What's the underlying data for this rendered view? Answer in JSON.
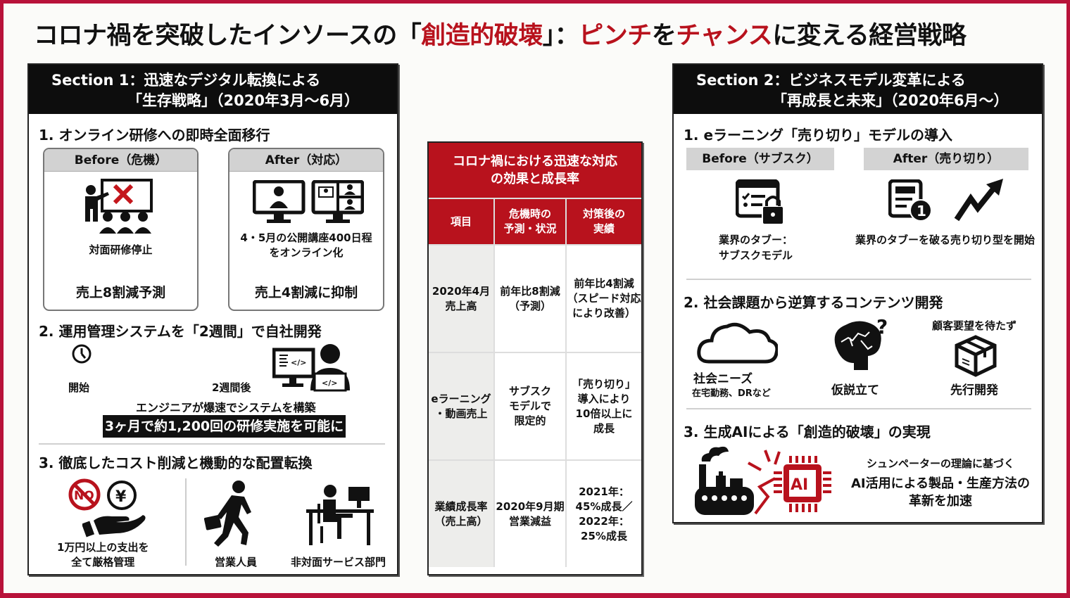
{
  "title": {
    "part1": "コロナ禍を突破したインソースの「",
    "part2": "創造的破壊",
    "part3": "」：",
    "part4": "ピンチ",
    "part5": "を",
    "part6": "チャンス",
    "part7": "に変える経営戦略"
  },
  "colors": {
    "accent_red": "#b8121d",
    "frame_red": "#b8123a",
    "header_black": "#0d0d0d"
  },
  "section1": {
    "header_line1": "Section 1：迅速なデジタル転換による",
    "header_line2": "「生存戦略」（2020年3月〜6月）",
    "item1": {
      "heading": "1. オンライン研修への即時全面移行",
      "before": {
        "label": "Before（危機）",
        "icon": "classroom-cancel-icon",
        "caption": "対面研修停止",
        "result": "売上8割減予測"
      },
      "after": {
        "label": "After（対応）",
        "icon": "online-monitors-icon",
        "caption_line1": "4・5月の公開講座400日程",
        "caption_line2": "をオンライン化",
        "result": "売上4割減に抑制"
      }
    },
    "item2": {
      "heading": "2. 運用管理システムを「2週間」で自社開発",
      "start_label": "開始",
      "end_label": "2週間後",
      "engineer_text": "エンジニアが爆速でシステムを構築",
      "highlight": "3ヶ月で約1,200回の研修実施を可能に"
    },
    "item3": {
      "heading": "3. 徹底したコスト削減と機動的な配置転換",
      "cost_line1": "1万円以上の支出を",
      "cost_line2": "全て厳格管理",
      "sales_label": "営業人員",
      "service_label": "非対面サービス部門",
      "no_text": "NO",
      "yen_text": "¥"
    }
  },
  "table": {
    "title_line1": "コロナ禍における迅速な対応",
    "title_line2": "の効果と成長率",
    "headers": [
      {
        "line1": "項目",
        "line2": ""
      },
      {
        "line1": "危機時の",
        "line2": "予測・状況"
      },
      {
        "line1": "対策後の",
        "line2": "実績"
      }
    ],
    "rows": [
      {
        "item": [
          "2020年4月",
          "売上高"
        ],
        "crisis": [
          "前年比8割減",
          "（予測）"
        ],
        "result": [
          "前年比4割減",
          "（スピード対応",
          "により改善）"
        ]
      },
      {
        "item": [
          "eラーニング",
          "・動画売上"
        ],
        "crisis": [
          "サブスク",
          "モデルで",
          "限定的"
        ],
        "result": [
          "「売り切り」",
          "導入により",
          "10倍以上に",
          "成長"
        ]
      },
      {
        "item": [
          "業績成長率",
          "（売上高）"
        ],
        "crisis": [
          "2020年9月期",
          "営業減益"
        ],
        "result": [
          "2021年：",
          "45%成長／",
          "2022年：",
          "25%成長"
        ]
      }
    ]
  },
  "section2": {
    "header_line1": "Section 2：ビジネスモデル変革による",
    "header_line2": "「再成長と未来」（2020年6月〜）",
    "item1": {
      "heading": "1. eラーニング「売り切り」モデルの導入",
      "before_label": "Before（サブスク）",
      "after_label": "After（売り切り）",
      "before_caption_line1": "業界のタブー：",
      "before_caption_line2": "サブスクモデル",
      "after_caption": "業界のタブーを破る売り切り型を開始",
      "badge_number": "1"
    },
    "item2": {
      "heading": "2. 社会課題から逆算するコンテンツ開発",
      "needs_label": "社会ニーズ",
      "needs_sub": "在宅勤務、DRなど",
      "hypothesis_label": "仮説立て",
      "no_wait_label": "顧客要望を待たず",
      "advance_label": "先行開発"
    },
    "item3": {
      "heading": "3. 生成AIによる「創造的破壊」の実現",
      "chip_text": "AI",
      "text_line1": "シュンペーターの理論に基づく",
      "text_line2": "AI活用による製品・生産方法の",
      "text_line3": "革新を加速"
    }
  }
}
